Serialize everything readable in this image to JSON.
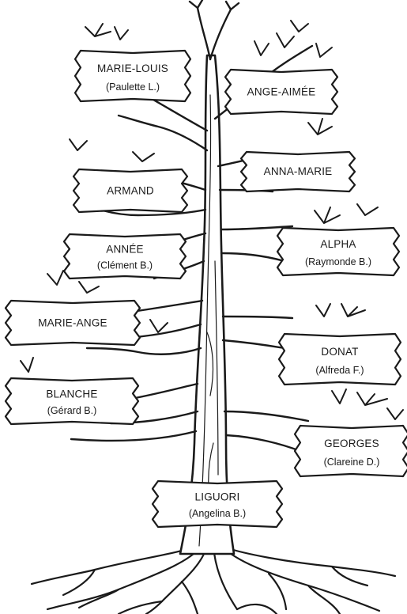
{
  "tree": {
    "root": {
      "name": "LIGUORI",
      "spouse": "(Angelina B.)"
    },
    "children": [
      {
        "id": "marie-louis",
        "name": "MARIE-LOUIS",
        "spouse": "(Paulette L.)"
      },
      {
        "id": "ange-aimee",
        "name": "ANGE-AIMÉE",
        "spouse": ""
      },
      {
        "id": "armand",
        "name": "ARMAND",
        "spouse": ""
      },
      {
        "id": "anna-marie",
        "name": "ANNA-MARIE",
        "spouse": ""
      },
      {
        "id": "annee",
        "name": "ANNÉE",
        "spouse": "(Clément B.)"
      },
      {
        "id": "alpha",
        "name": "ALPHA",
        "spouse": "(Raymonde B.)"
      },
      {
        "id": "marie-ange",
        "name": "MARIE-ANGE",
        "spouse": ""
      },
      {
        "id": "donat",
        "name": "DONAT",
        "spouse": "(Alfreda F.)"
      },
      {
        "id": "blanche",
        "name": "BLANCHE",
        "spouse": "(Gérard B.)"
      },
      {
        "id": "georges",
        "name": "GEORGES",
        "spouse": "(Clareine D.)"
      }
    ]
  }
}
